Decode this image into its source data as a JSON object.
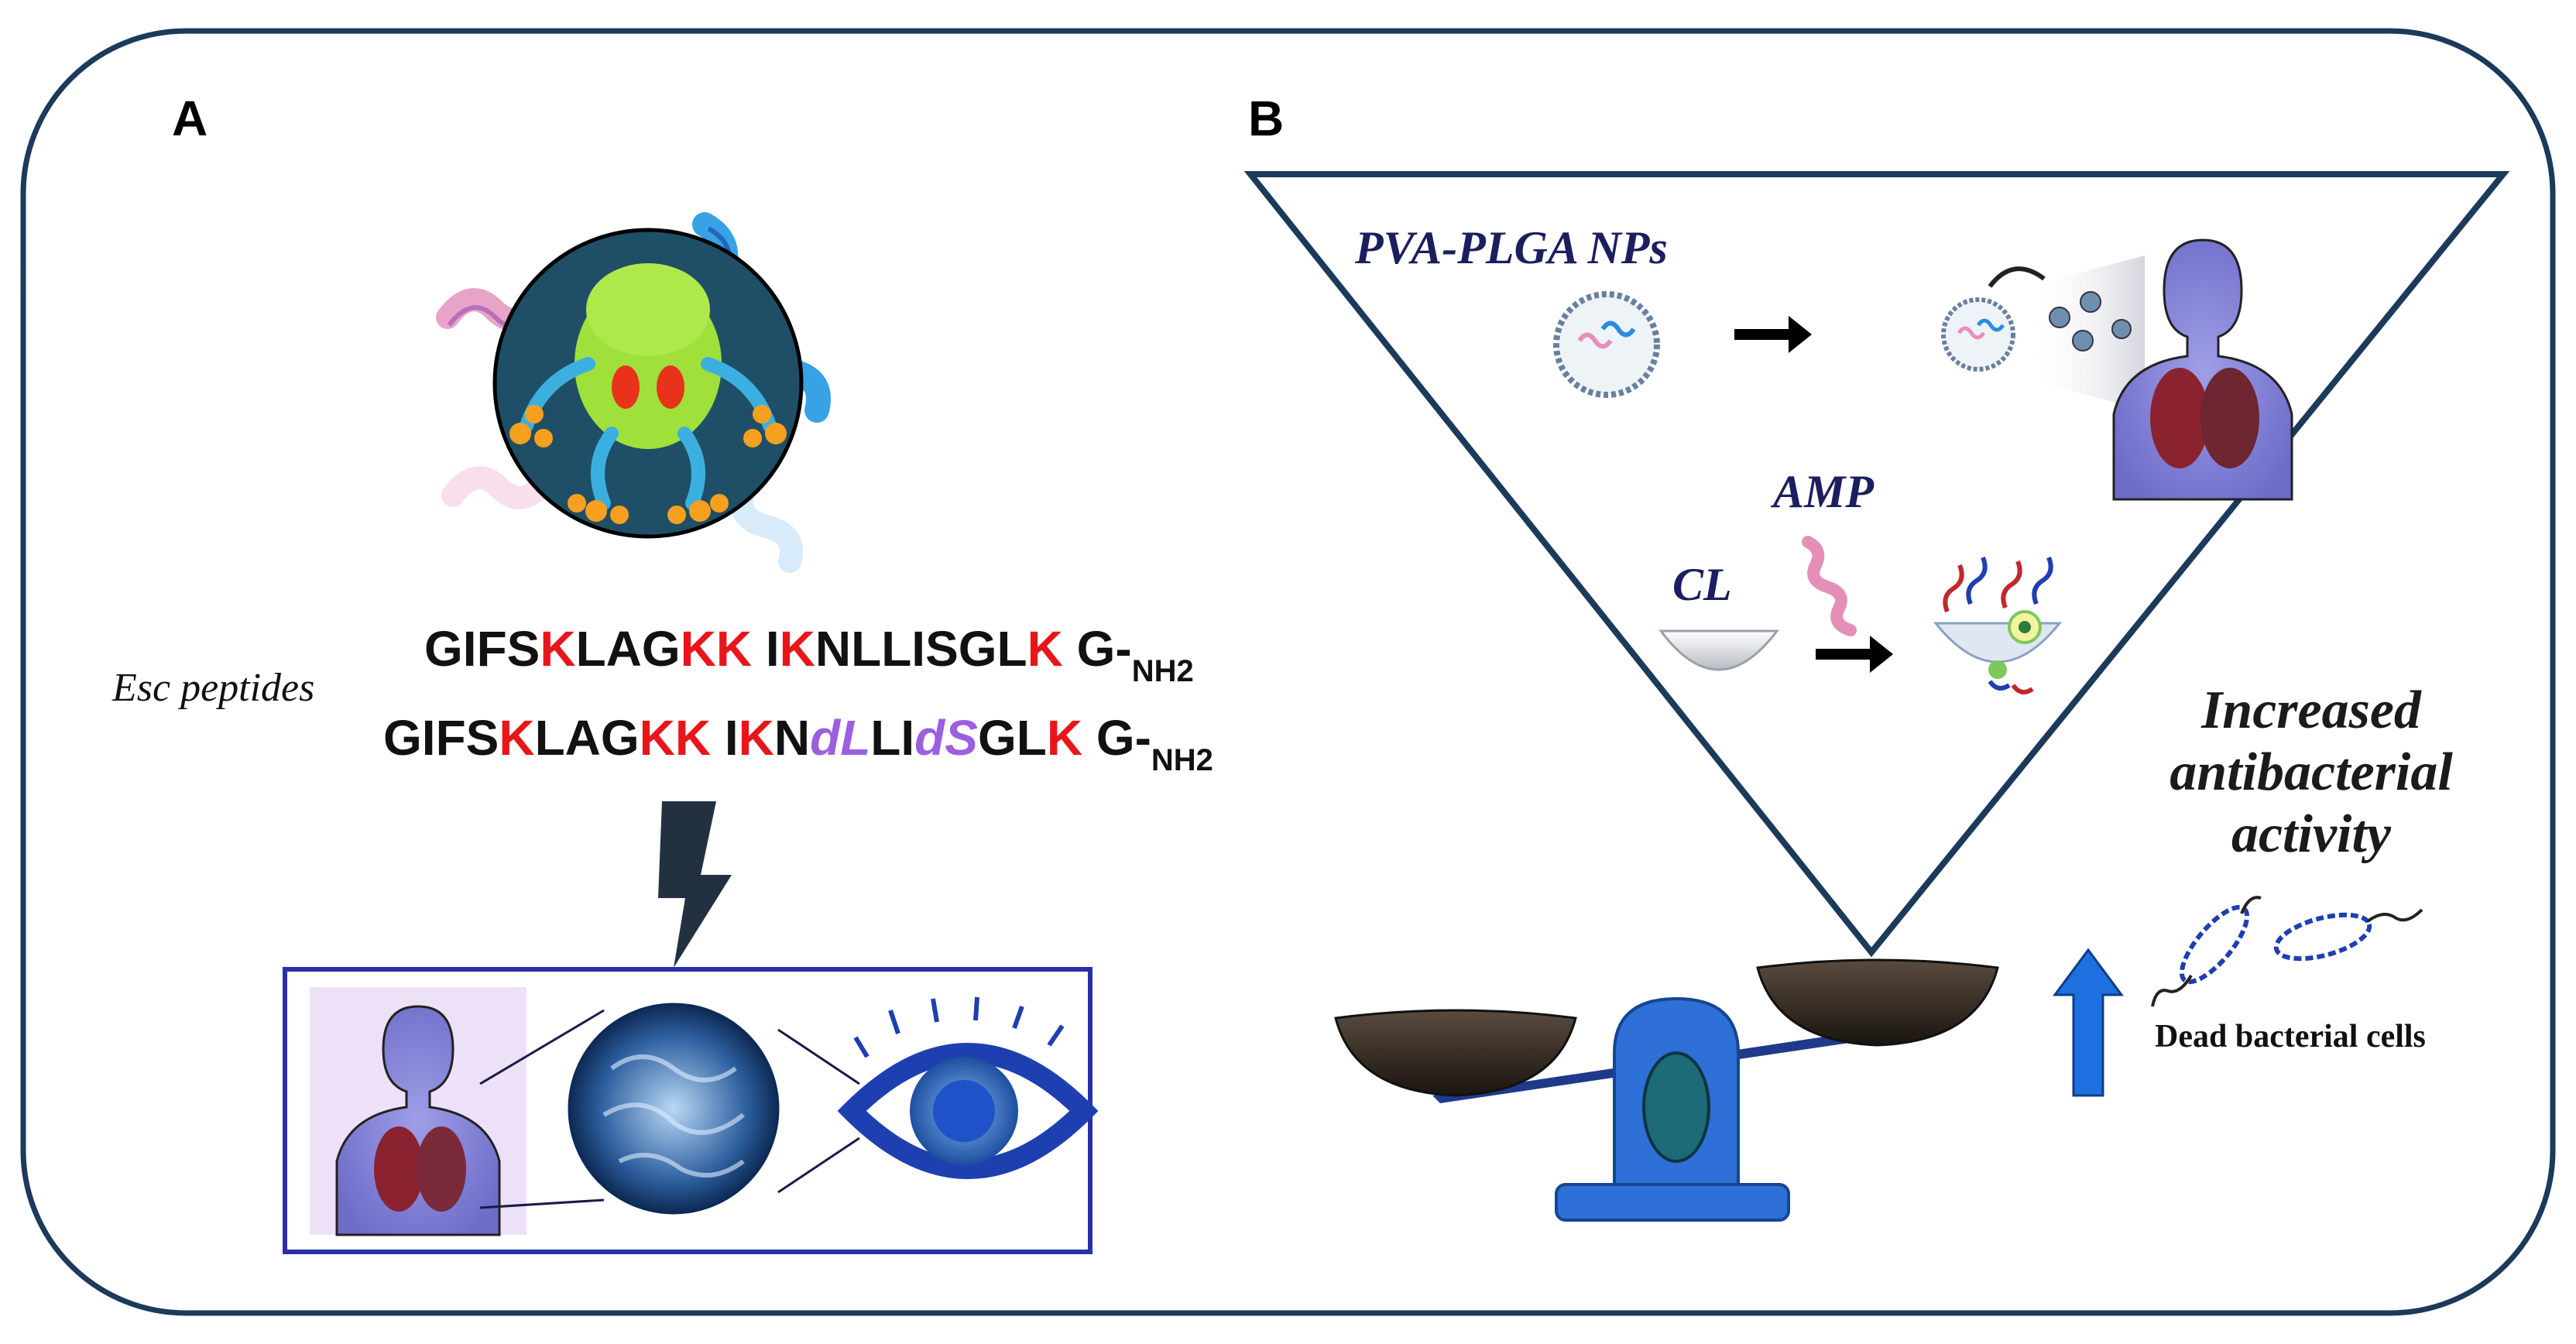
{
  "panels": {
    "a": {
      "label": "A"
    },
    "b": {
      "label": "B"
    }
  },
  "panel_a": {
    "peptides_label": "Esc peptides",
    "sequence_1": [
      "GIFS",
      "K",
      "LAG",
      "KK",
      " I",
      "K",
      "NLLISGL",
      "K",
      " G-",
      "NH2"
    ],
    "sequence_2": [
      "GIFS",
      "K",
      "LAG",
      "KK",
      " I",
      "K",
      "N",
      "dL",
      "LI",
      "dS",
      "GL",
      "K",
      " G-",
      "NH2"
    ],
    "colors": {
      "lysine": "#e8161b",
      "d_amino_acid": "#9b5fe0",
      "text": "#111111",
      "frame": "#1b3a5c",
      "target_box": "#2a2fa8"
    }
  },
  "panel_b": {
    "nanoparticles_label": "PVA-PLGA NPs",
    "amp_label": "AMP",
    "lens_label": "CL",
    "outcome_label": [
      "Increased",
      "antibacterial",
      "activity"
    ],
    "dead_cells_label": "Dead bacterial cells",
    "colors": {
      "label_text": "#1b1f5e",
      "triangle": "#1b3a5c",
      "up_arrow": "#1e6fe0"
    }
  }
}
